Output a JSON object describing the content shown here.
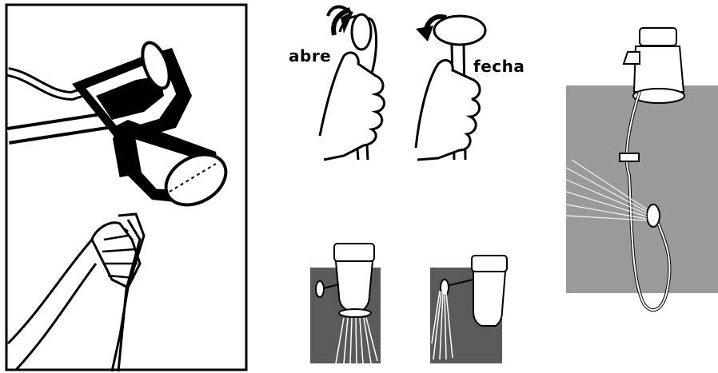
{
  "labels": {
    "open": "abre",
    "close": "fecha"
  },
  "colors": {
    "ink": "#000000",
    "paper": "#ffffff",
    "wall_gray": "#9a9a9a",
    "panel_dark": "#5a5a5a"
  },
  "figures": [
    {
      "name": "showerhead-closeup-with-hand",
      "icon": "showerhead-hand-illustration"
    },
    {
      "name": "rotate-head-open-close",
      "icon": "rotation-arrow-icon"
    },
    {
      "name": "spray-modes",
      "icon": "water-spray-icon"
    },
    {
      "name": "wall-install-with-hose",
      "icon": "hose-shower-icon"
    }
  ]
}
